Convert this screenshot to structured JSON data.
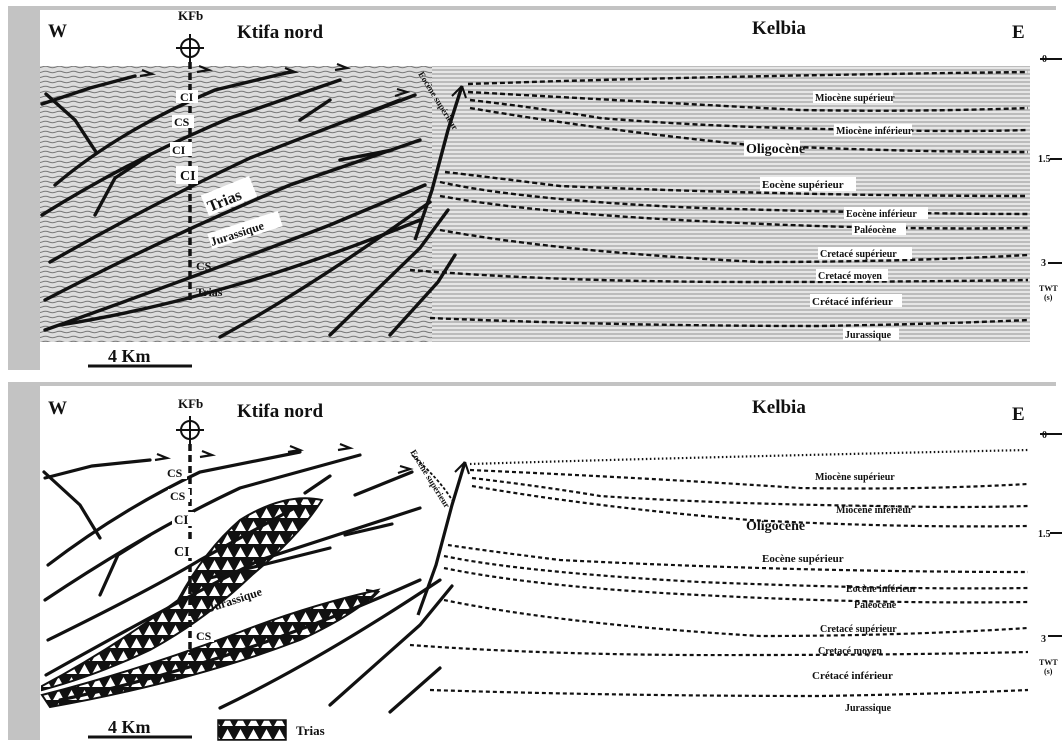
{
  "header": {
    "west": "W",
    "east": "E",
    "well": "KFb",
    "left_title": "Ktifa nord",
    "right_title": "Kelbia"
  },
  "time_axis": {
    "ticks": [
      "0",
      "1.5",
      "3"
    ],
    "unit_top": "TWT",
    "unit_bottom": "(s)"
  },
  "scale_bar": "4 Km",
  "panel_top": {
    "well_labels": [
      "CI",
      "CS",
      "CI",
      "CI",
      "CS",
      "Trias"
    ],
    "trias_label": "Trias",
    "jurassique_label": "Jurassique",
    "eocene_fault_label": "Eocène supérieur",
    "formations": [
      "Miocène supérieur",
      "Miocène inférieur",
      "Oligocène",
      "Eocène supérieur",
      "Eocène inférieur",
      "Paléocène",
      "Cretacé supérieur",
      "Cretacé moyen",
      "Crétacé inférieur",
      "Jurassique"
    ]
  },
  "panel_bottom": {
    "well_labels": [
      "CS",
      "CS",
      "CI",
      "CI",
      "CS"
    ],
    "jurassique_label": "Jurassique",
    "eocene_fault_label": "Eocène supérieur",
    "formations": [
      "Miocène supérieur",
      "Miocène inférieur",
      "Oligocène",
      "Eocène supérieur",
      "Eocène inférieur",
      "Paléocène",
      "Cretacé supérieur",
      "Cretacé moyen",
      "Crétacé inférieur",
      "Jurassique"
    ],
    "legend_label": "Trias"
  },
  "colors": {
    "frame": "#bdbdbd",
    "ink": "#111111",
    "seismic_bg": "#d9d9d9"
  }
}
